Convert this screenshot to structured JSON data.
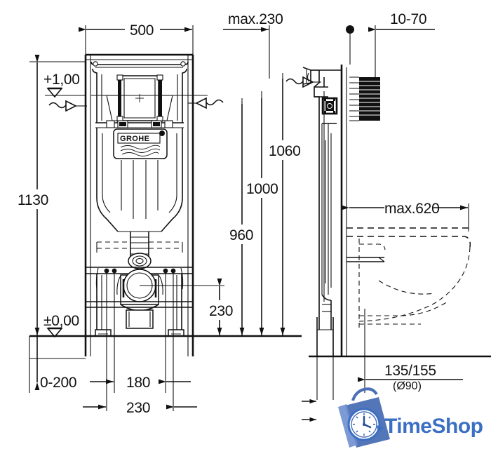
{
  "document": {
    "kind": "technical-installation-drawing",
    "product_brand": "GROHE",
    "views": [
      "front-elevation",
      "side-elevation"
    ]
  },
  "dimensions": {
    "width_500": "500",
    "max_230": "max.230",
    "range_10_70": "10-70",
    "height_1130": "1130",
    "height_1060": "1060",
    "height_1000": "1000",
    "height_960": "960",
    "height_230": "230",
    "max_620": "max.620",
    "range_0_200": "0-200",
    "width_180": "180",
    "width_230_bottom": "230",
    "outlet_135_155": "135/155",
    "outlet_dia": "(Ø90)"
  },
  "levels": {
    "upper": "+1,00",
    "datum": "±0,00"
  },
  "brand_label": {
    "text": "GROHE"
  },
  "watermark": {
    "name": "TimeShop",
    "color": "#3b6fc4",
    "icon": "shopping-bag-clock-icon"
  },
  "colors": {
    "line": "#111111",
    "paper": "#ffffff",
    "accent": "#3b6fc4"
  }
}
